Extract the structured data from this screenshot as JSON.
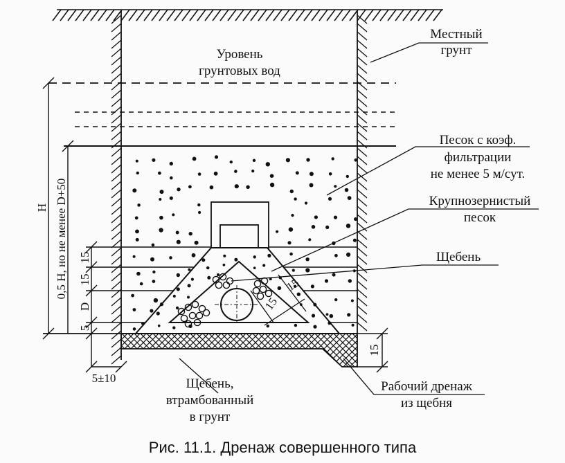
{
  "labels": {
    "groundwater": [
      "Уровень",
      "грунтовых вод"
    ],
    "local_soil": [
      "Местный",
      "грунт"
    ],
    "sand": [
      "Песок с коэф.",
      "фильтрации",
      "не менее 5 м/сут."
    ],
    "coarse_sand": [
      "Крупнозернистый",
      "песок"
    ],
    "gravel": "Щебень",
    "compacted_gravel": [
      "Щебень,",
      "втрамбованный",
      "в грунт"
    ],
    "work_drainage": [
      "Рабочий дренаж",
      "из щебня"
    ]
  },
  "dimensions": {
    "height": "H",
    "half_height": "0,5 H, но не менее D+50",
    "pipe_d": "D",
    "layer_15_a": "15",
    "layer_15_b": "15",
    "layer_5": "5",
    "base_15": "15",
    "slope_15_a": "15",
    "slope_15_b": "15",
    "offset": "5±10"
  },
  "caption": "Рис. 11.1. Дренаж совершенного типа",
  "colors": {
    "ink": "#111111",
    "paper": "#fbfbfb"
  }
}
